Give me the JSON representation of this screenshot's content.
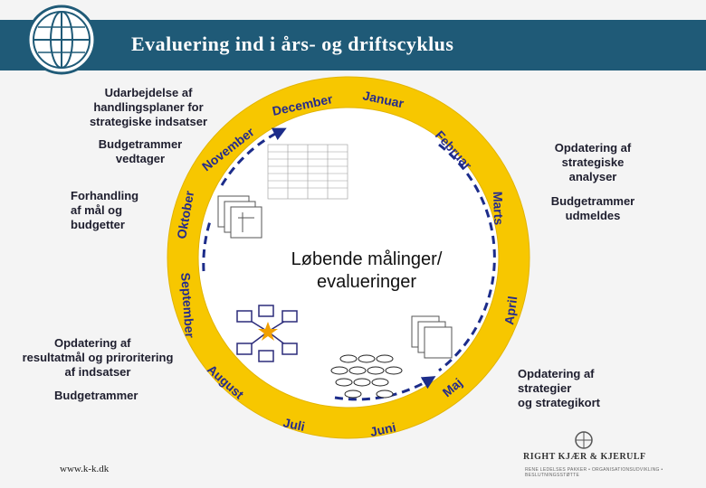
{
  "title": "Evaluering ind i års- og driftscyklus",
  "months": {
    "januar": "Januar",
    "februar": "Februar",
    "marts": "Marts",
    "april": "April",
    "maj": "Maj",
    "juni": "Juni",
    "juli": "Juli",
    "august": "August",
    "september": "September",
    "oktober": "Oktober",
    "november": "November",
    "december": "December"
  },
  "center_text": [
    "Løbende målinger/",
    "evalueringer"
  ],
  "labels": {
    "udarbejdelse": [
      "Udarbejdelse af",
      "handlingsplaner for",
      "strategiske indsatser"
    ],
    "budgetrammer_vedtager": [
      "Budgetrammer",
      "vedtager"
    ],
    "forhandling": [
      "Forhandling",
      "af mål og",
      "budgetter"
    ],
    "opdatering_resultatmaal": [
      "Opdatering af",
      "resultatmål og priroritering",
      "af indsatser"
    ],
    "budgetrammer": "Budgetrammer",
    "opdatering_analyser": [
      "Opdatering af",
      "strategiske",
      "analyser"
    ],
    "budgetrammer_udmeldes": [
      "Budgetrammer",
      "udmeldes"
    ],
    "opdatering_strategier": [
      "Opdatering af",
      "strategier",
      "og strategikort"
    ]
  },
  "footer_url": "www.k-k.dk",
  "brand": {
    "name": "RIGHT KJÆR & KJERULF",
    "tagline": "RENE LEDELSES PAKKER • ORGANISATIONSUDVIKLING • BESLUTNINGSSTØTTE"
  },
  "icons": {
    "logo": "globe-icon",
    "tables": "document-stack-icon",
    "network": "star-network-icon",
    "ovals": "oval-cluster-icon"
  },
  "colors": {
    "header": "#1f5a77",
    "ring": "#f7c700",
    "month_text": "#252b8c",
    "arrow": "#1c2c8a"
  }
}
